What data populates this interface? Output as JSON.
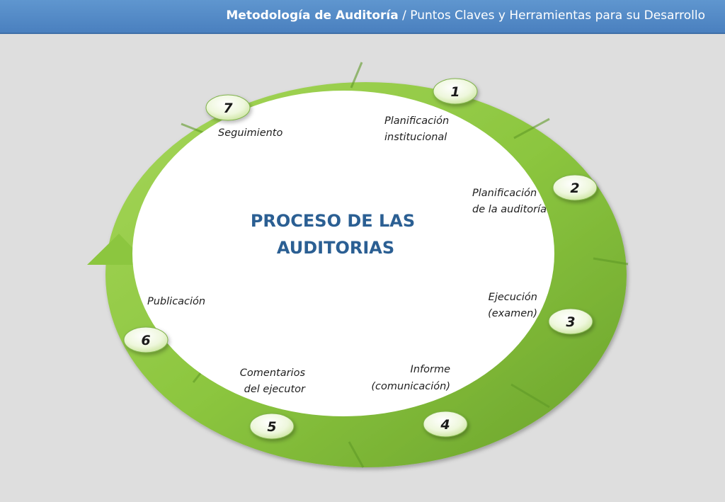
{
  "header": {
    "title_bold": "Metodología de Auditoría",
    "separator": " / ",
    "subtitle": "Puntos Claves y Herramientas para su Desarrollo"
  },
  "diagram": {
    "center_title_line1": "PROCESO DE LAS",
    "center_title_line2": "AUDITORIAS",
    "steps": [
      {
        "number": "1",
        "label_line1": "Planificación",
        "label_line2": "institucional"
      },
      {
        "number": "2",
        "label_line1": "Planificación",
        "label_line2": "de la auditoría"
      },
      {
        "number": "3",
        "label_line1": "Ejecución",
        "label_line2": "(examen)"
      },
      {
        "number": "4",
        "label_line1": "Informe",
        "label_line2": "(comunicación)"
      },
      {
        "number": "5",
        "label_line1": "Comentarios",
        "label_line2": "del ejecutor"
      },
      {
        "number": "6",
        "label_line1": "Publicación",
        "label_line2": ""
      },
      {
        "number": "7",
        "label_line1": "Seguimiento",
        "label_line2": ""
      }
    ]
  },
  "colors": {
    "header_blue": "#4f86c6",
    "ring_green": "#8cc63f",
    "ring_dark_green": "#6aa22c",
    "title_blue": "#2b5f93",
    "background": "#dedede"
  }
}
